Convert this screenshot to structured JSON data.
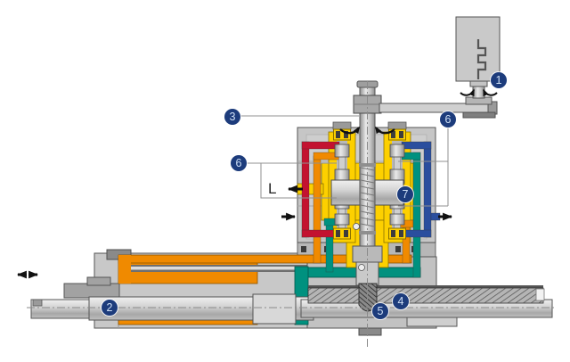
{
  "diagram": {
    "description": "cutaway-of-hydraulic-power-steering-system",
    "callouts": [
      {
        "id": "1",
        "label": "1"
      },
      {
        "id": "2",
        "label": "2"
      },
      {
        "id": "3",
        "label": "3"
      },
      {
        "id": "4",
        "label": "4"
      },
      {
        "id": "5",
        "label": "5"
      },
      {
        "id": "6a",
        "label": "6"
      },
      {
        "id": "6b",
        "label": "6"
      },
      {
        "id": "7",
        "label": "7"
      }
    ],
    "port_label": "L",
    "colors": {
      "callout_bg": "#1d3c7c",
      "line_red": "#c31230",
      "line_orange": "#f08a00",
      "line_yellow": "#fdd000",
      "line_teal": "#00917f",
      "line_blue": "#2a4e9e",
      "body_gray": "#c6c6c6",
      "dark_gray": "#7a7a7a",
      "arrow_black": "#111111"
    }
  }
}
